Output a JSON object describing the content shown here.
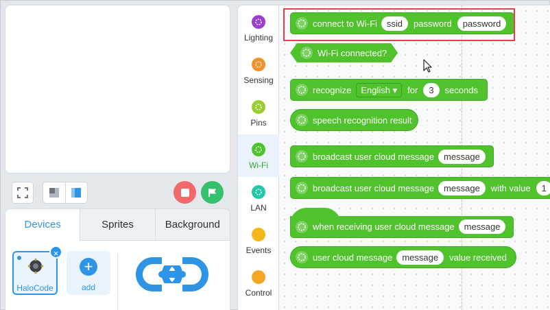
{
  "stage_controls": {
    "fullscreen": "fullscreen-icon",
    "layouts": [
      "small-stage-icon",
      "large-stage-icon"
    ],
    "stop": "stop-icon",
    "go": "green-flag-icon"
  },
  "tabs": [
    {
      "label": "Devices",
      "active": true
    },
    {
      "label": "Sprites",
      "active": false
    },
    {
      "label": "Background",
      "active": false
    }
  ],
  "devices": {
    "selected": {
      "name": "HaloCode",
      "icon": "halocode-icon"
    },
    "add_label": "add",
    "logo": "link-logo-icon"
  },
  "categories": [
    {
      "label": "Lighting",
      "color": "#9b3fcf",
      "active": false
    },
    {
      "label": "Sensing",
      "color": "#f0932b",
      "active": false
    },
    {
      "label": "Pins",
      "color": "#9acd32",
      "active": false
    },
    {
      "label": "Wi-Fi",
      "color": "#4fc22c",
      "active": true
    },
    {
      "label": "LAN",
      "color": "#1fc8a8",
      "active": false
    },
    {
      "label": "Events",
      "color": "#f5b619",
      "active": false
    },
    {
      "label": "Control",
      "color": "#f5a623",
      "active": false
    }
  ],
  "blocks": {
    "connect": {
      "text": "connect to Wi-Fi",
      "ssid": "ssid",
      "password_label": "password",
      "password": "password"
    },
    "connected": {
      "text": "Wi-Fi connected?"
    },
    "recognize": {
      "text": "recognize",
      "language": "English ▾",
      "for_label": "for",
      "seconds_value": "3",
      "seconds_label": "seconds"
    },
    "speech_result": {
      "text": "speech recognition result"
    },
    "broadcast": {
      "text": "broadcast user cloud message",
      "message": "message"
    },
    "broadcast_value": {
      "text": "broadcast user cloud message",
      "message": "message",
      "with_value": "with value",
      "value": "1"
    },
    "when_receiving": {
      "text": "when receiving user cloud message",
      "message": "message"
    },
    "cloud_value": {
      "text": "user cloud message",
      "message": "message",
      "suffix": "value received"
    }
  }
}
